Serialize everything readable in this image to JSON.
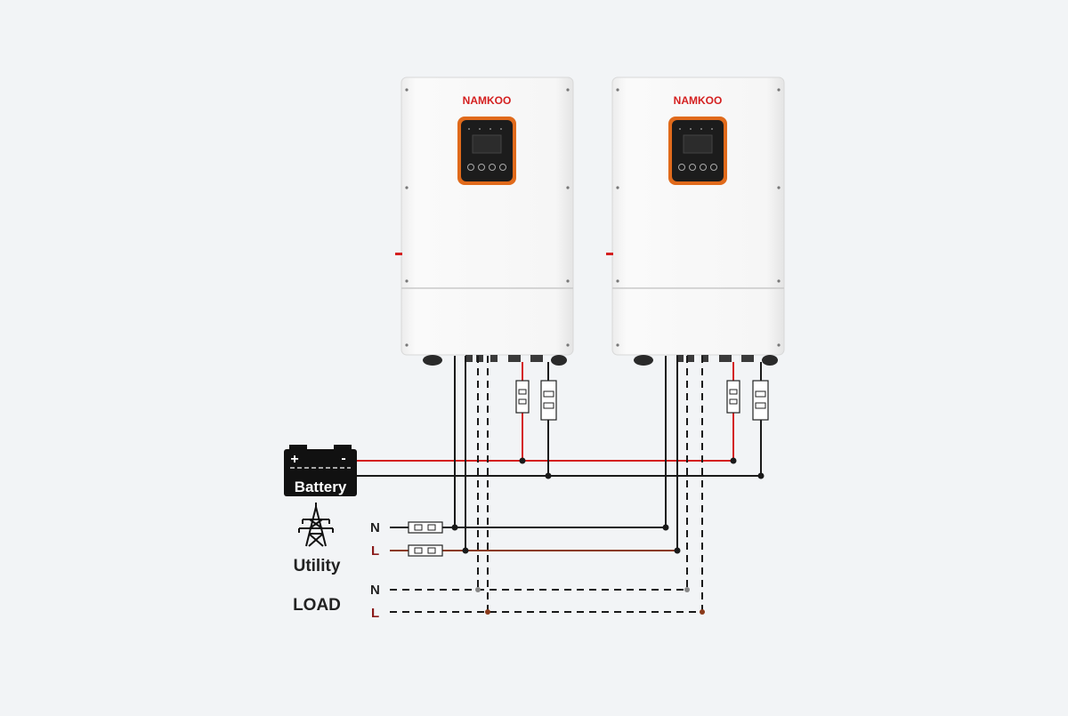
{
  "inverters": [
    {
      "brand": "NAMKOO"
    },
    {
      "brand": "NAMKOO"
    }
  ],
  "battery": {
    "label": "Battery",
    "plus": "+",
    "minus": "-"
  },
  "utility": {
    "label": "Utility",
    "n_label": "N",
    "l_label": "L"
  },
  "load": {
    "label": "LOAD",
    "n_label": "N",
    "l_label": "L"
  },
  "colors": {
    "background": "#f2f4f6",
    "inverter_body": "#f7f7f7",
    "brand": "#d42020",
    "display_frame": "#e06a1b",
    "display": "#1c1c1c",
    "positive_wire": "#d42020",
    "negative_wire": "#1a1a1a",
    "live_wire": "#8a3a1a",
    "neutral_wire": "#1a1a1a"
  }
}
